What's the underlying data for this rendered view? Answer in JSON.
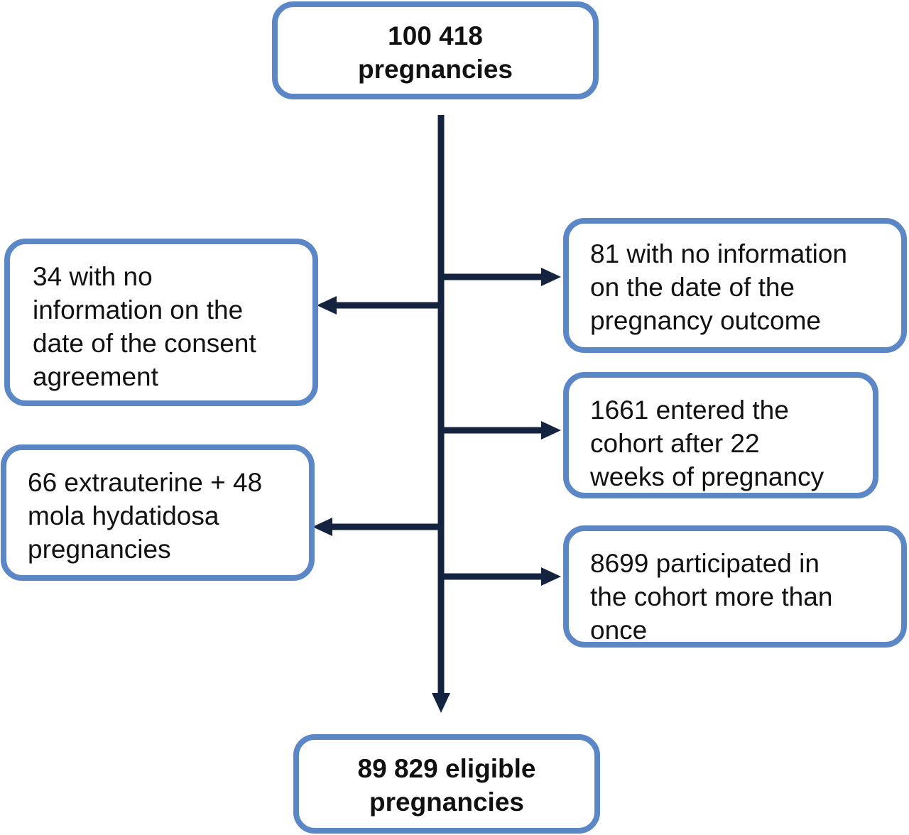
{
  "flow": {
    "start": {
      "text": "100 418\npregnancies"
    },
    "exclusions_left": [
      {
        "text": "34 with no\ninformation on the\ndate of the consent\nagreement"
      },
      {
        "text": "66 extrauterine + 48\nmola hydatidosa\npregnancies"
      }
    ],
    "exclusions_right": [
      {
        "text": "81 with no information\non the date of the\npregnancy outcome"
      },
      {
        "text": "1661 entered the\ncohort after 22\nweeks of pregnancy"
      },
      {
        "text": "8699 participated in\nthe cohort more than\nonce"
      }
    ],
    "end": {
      "text": "89 829 eligible\npregnancies"
    }
  },
  "colors": {
    "box_border": "#5b87c6",
    "arrow": "#14233f",
    "text": "#111111"
  }
}
